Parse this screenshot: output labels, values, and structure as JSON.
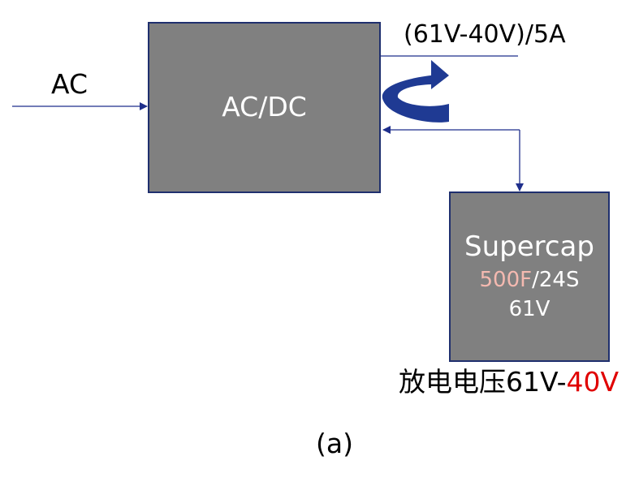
{
  "input_label": "AC",
  "converter": {
    "label": "AC/DC"
  },
  "output_label": "(61V-40V)/5A",
  "supercap": {
    "title": "Supercap",
    "capacitance": "500F",
    "capacitance_color": "#f4b9b0",
    "cells": "/24S",
    "voltage": "61V"
  },
  "discharge": {
    "prefix": "放电电压61V-",
    "end_voltage": "40V",
    "end_voltage_color": "#e00000"
  },
  "caption": "(a)",
  "colors": {
    "line": "#1f2f8c",
    "box_fill": "#808080",
    "box_border": "#1f2f6e",
    "arrow_fill": "#1f3a93"
  }
}
